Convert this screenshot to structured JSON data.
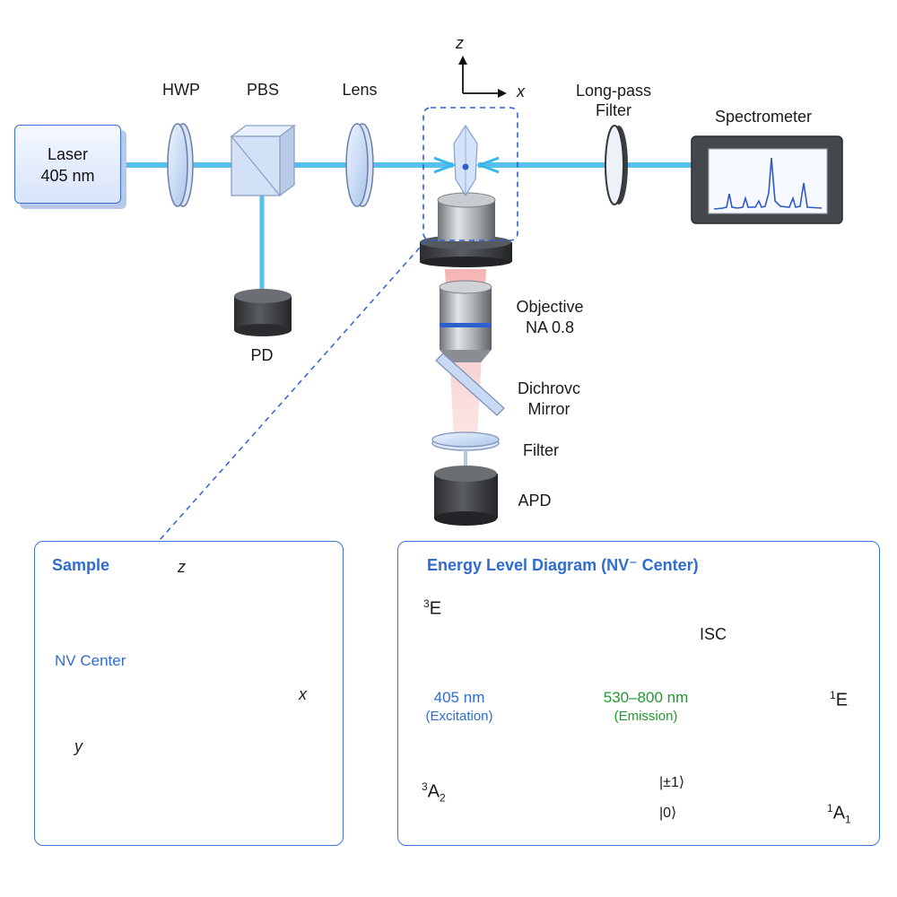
{
  "setup": {
    "laser_line1": "Laser",
    "laser_line2": "405 nm",
    "hwp": "HWP",
    "pbs": "PBS",
    "lens": "Lens",
    "pd": "PD",
    "axis_z": "z",
    "axis_x": "x",
    "longpass_line1": "Long-pass",
    "longpass_line2": "Filter",
    "spectrometer": "Spectrometer",
    "objective_line1": "Objective",
    "objective_line2": "NA 0.8",
    "dichroic_line1": "Dichrovc",
    "dichroic_line2": "Mirror",
    "filter": "Filter",
    "apd": "APD"
  },
  "sample_panel": {
    "title": "Sample",
    "axis_z": "z",
    "axis_x": "x",
    "axis_y": "y",
    "nv_label": "NV Center"
  },
  "energy_panel": {
    "title": "Energy Level Diagram (NV⁻ Center)",
    "excited_sup": "3",
    "excited_main": "E",
    "ground_sup": "3",
    "ground_main": "A",
    "ground_sub": "2",
    "singlet_upper_sup": "1",
    "singlet_upper_main": "E",
    "singlet_lower_sup": "1",
    "singlet_lower_main": "A",
    "singlet_lower_sub": "1",
    "isc": "ISC",
    "excitation_wavelength": "405 nm",
    "excitation_label": "(Excitation)",
    "emission_wavelength": "530–800 nm",
    "emission_label": "(Emission)",
    "ket_pm1": "|±1⟩",
    "ket_0": "|0⟩"
  },
  "colors": {
    "beam": "#39b6ea",
    "accent": "#2f6ccf",
    "emission": "#1f9a2e",
    "excitation": "#2f6ccf"
  }
}
